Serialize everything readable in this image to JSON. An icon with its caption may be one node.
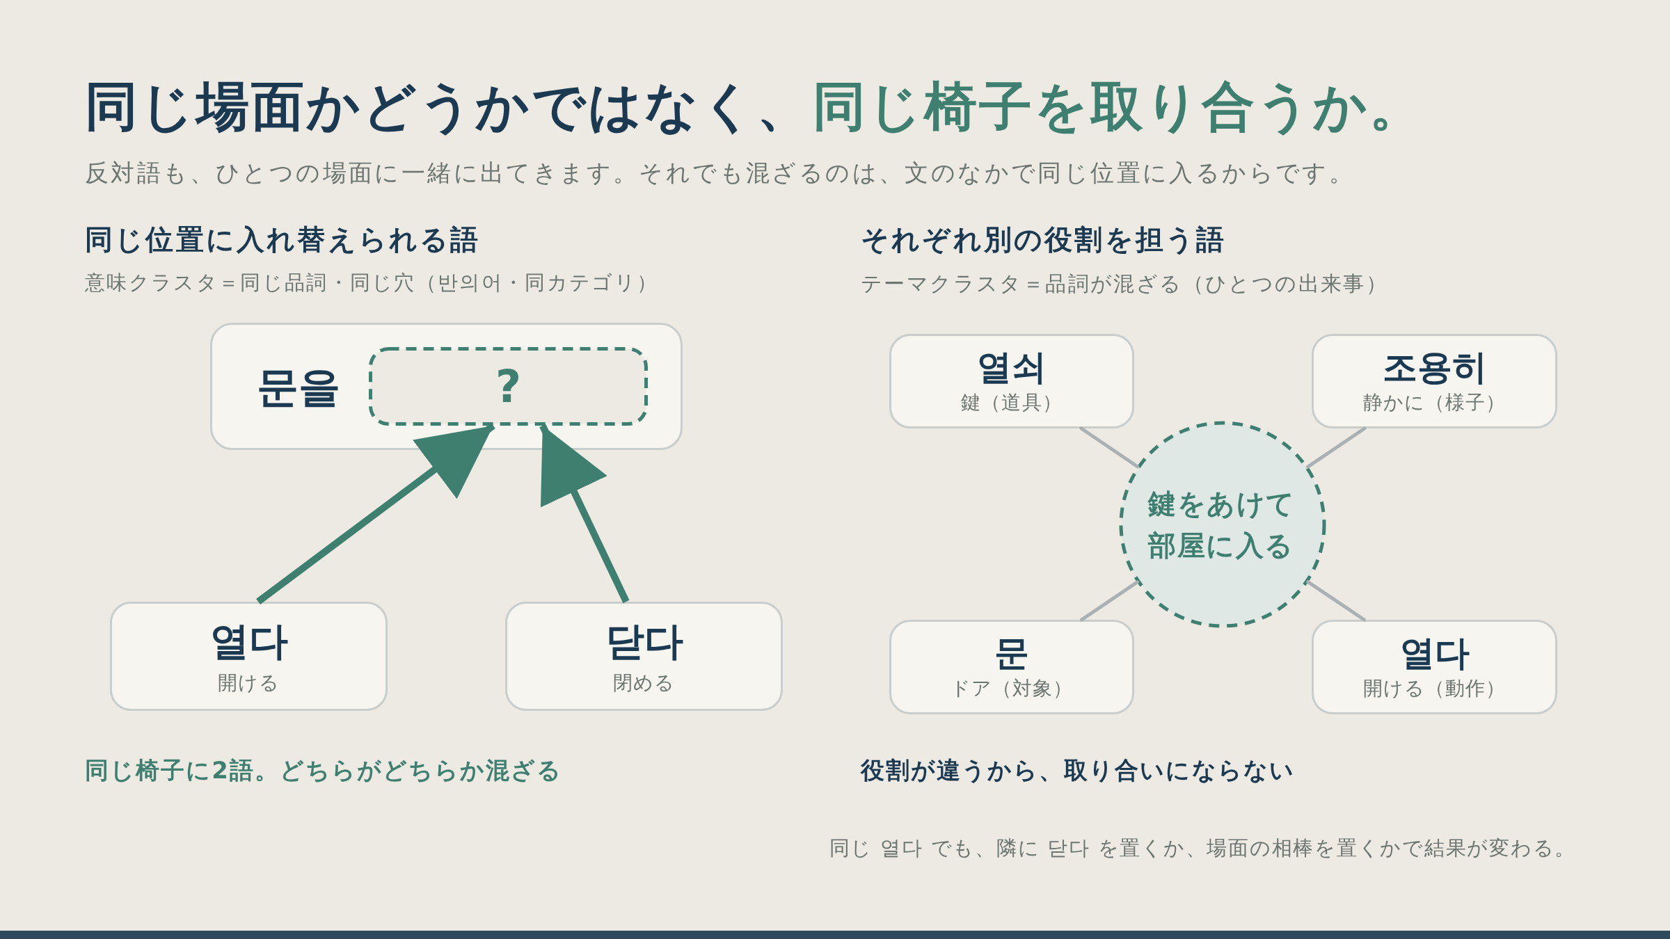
{
  "diagram": {
    "title": "同じ場面かどうかではなく、*同じ椅子を取り合うか。*",
    "nodes": [
      {
        "text": [
          "문을"
        ]
      },
      {
        "text": [
          "?"
        ],
        "in": 0
      },
      {
        "text": [
          "열다",
          "開ける"
        ]
      },
      {
        "text": [
          "닫다",
          "閉める"
        ]
      },
      {
        "text": [
          "열쇠",
          "鍵（道具）"
        ]
      },
      {
        "text": [
          "조용히",
          "静かに（様子）"
        ]
      },
      {
        "text": [
          "鍵をあけて部屋に入る"
        ]
      },
      {
        "text": [
          "문",
          "ドア（対象）"
        ]
      },
      {
        "text": [
          "열다",
          "開ける（動作）"
        ]
      }
    ],
    "edges": [
      {
        "from": 2,
        "to": 1,
        "arrow": "to",
        "style": "thick",
        "color": "#3f7f70"
      },
      {
        "from": 3,
        "to": 1,
        "arrow": "to",
        "style": "thick",
        "color": "#3f7f70"
      },
      {
        "from": 6,
        "to": 4,
        "arrow": "none"
      },
      {
        "from": 6,
        "to": 5,
        "arrow": "none"
      },
      {
        "from": 6,
        "to": 7,
        "arrow": "none"
      },
      {
        "from": 6,
        "to": 8,
        "arrow": "none"
      }
    ],
    "labels": [
      "反対語も、ひとつの場面に一緒に出てきます。それでも混ざるのは、文のなかで同じ位置に入るからです。",
      "同じ位置に入れ替えられる語",
      "それぞれ別の役割を担う語",
      "意味クラスタ＝同じ品詞・同じ穴（반의어・同カテゴリ）",
      "テーマクラスタ＝品詞が混ざる（ひとつの出来事）",
      "同じ椅子に2語。どちらがどちらか混ざる",
      "役割が違うから、取り合いにならない",
      "同じ 열다 でも、隣に 닫다 を置くか、場面の相棒を置くかで結果が変わる。"
    ]
  }
}
